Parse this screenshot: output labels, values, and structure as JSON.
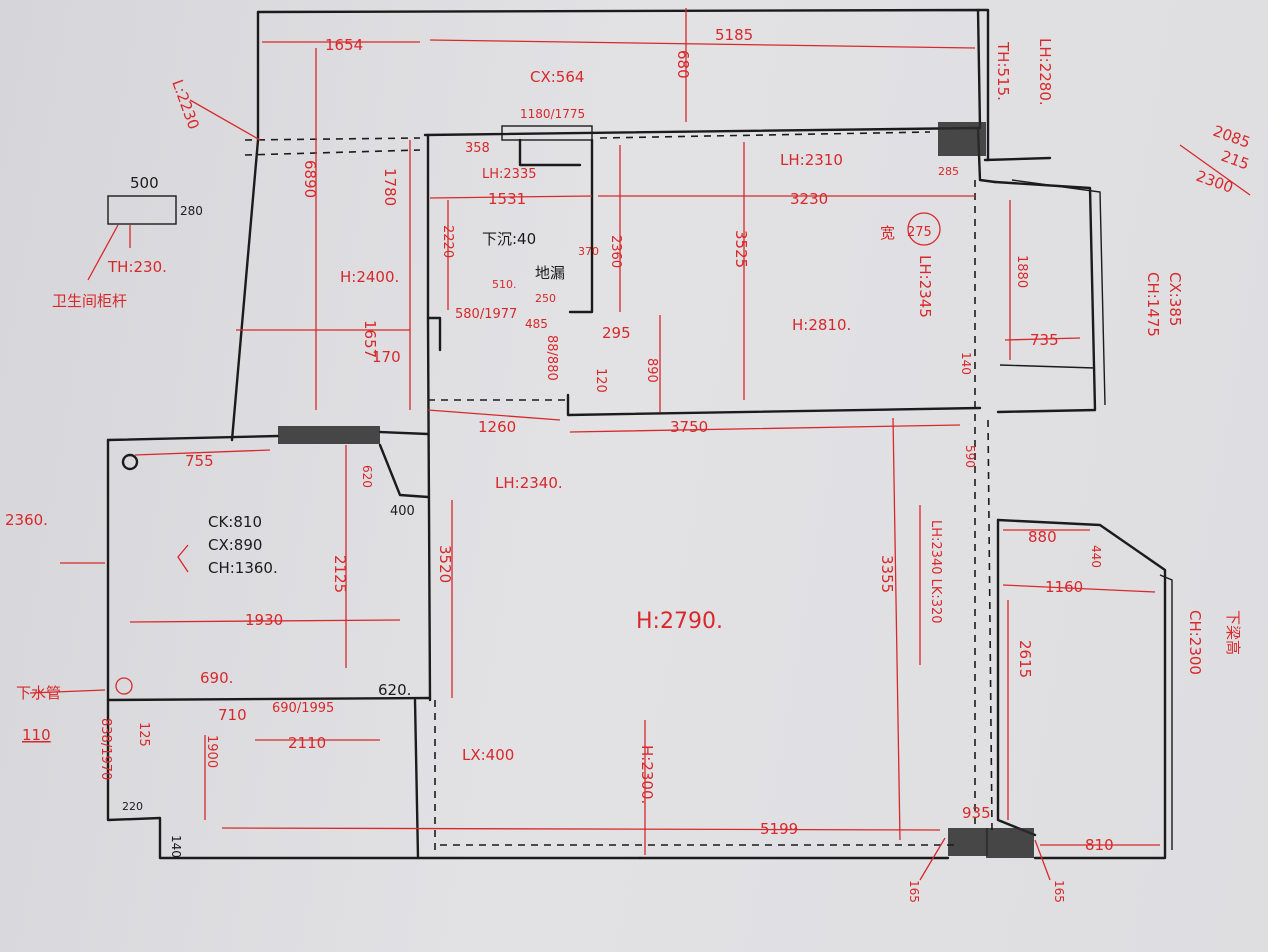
{
  "colors": {
    "ink": "#1b1b1b",
    "pen": "#d8282a",
    "paper": "#e0e0e3"
  },
  "labels": [
    {
      "id": "d1654",
      "text": "1654"
    },
    {
      "id": "d5185",
      "text": "5185"
    },
    {
      "id": "d680",
      "text": "680"
    },
    {
      "id": "cx564",
      "text": "CX:564"
    },
    {
      "id": "d1180",
      "text": "1180/1775"
    },
    {
      "id": "th515",
      "text": "TH:515."
    },
    {
      "id": "lh2280",
      "text": "LH:2280."
    },
    {
      "id": "l2230",
      "text": "L:2230"
    },
    {
      "id": "d500",
      "text": "500"
    },
    {
      "id": "d280",
      "text": "280"
    },
    {
      "id": "th230",
      "text": "TH:230."
    },
    {
      "id": "wc",
      "text": "卫生间柜杆"
    },
    {
      "id": "d6890",
      "text": "6890"
    },
    {
      "id": "d1780",
      "text": "1780"
    },
    {
      "id": "d358",
      "text": "358"
    },
    {
      "id": "lh2335",
      "text": "LH:2335"
    },
    {
      "id": "lh2310",
      "text": "LH:2310"
    },
    {
      "id": "d285",
      "text": "285"
    },
    {
      "id": "d1531",
      "text": "1531"
    },
    {
      "id": "d3230",
      "text": "3230"
    },
    {
      "id": "xia40",
      "text": "下沉:40"
    },
    {
      "id": "d2220",
      "text": "2220"
    },
    {
      "id": "d2360",
      "text": "2360"
    },
    {
      "id": "d3525",
      "text": "3525"
    },
    {
      "id": "kuan",
      "text": "宽"
    },
    {
      "id": "d275",
      "text": "275"
    },
    {
      "id": "h2400",
      "text": "H:2400."
    },
    {
      "id": "dilou",
      "text": "地漏"
    },
    {
      "id": "d370",
      "text": "370"
    },
    {
      "id": "d510",
      "text": "510."
    },
    {
      "id": "d250",
      "text": "250"
    },
    {
      "id": "lh2345",
      "text": "LH:2345"
    },
    {
      "id": "d1880",
      "text": "1880"
    },
    {
      "id": "cx385",
      "text": "CX:385"
    },
    {
      "id": "ch1475",
      "text": "CH:1475"
    },
    {
      "id": "d1657",
      "text": "1657"
    },
    {
      "id": "d170",
      "text": "170"
    },
    {
      "id": "d580",
      "text": "580/1977"
    },
    {
      "id": "d485",
      "text": "485"
    },
    {
      "id": "d295",
      "text": "295"
    },
    {
      "id": "h2810",
      "text": "H:2810."
    },
    {
      "id": "d735",
      "text": "735"
    },
    {
      "id": "d880a",
      "text": "88/880"
    },
    {
      "id": "d120",
      "text": "120"
    },
    {
      "id": "d890",
      "text": "890"
    },
    {
      "id": "d140",
      "text": "140"
    },
    {
      "id": "d1260",
      "text": "1260"
    },
    {
      "id": "d3750",
      "text": "3750"
    },
    {
      "id": "lh2340",
      "text": "LH:2340."
    },
    {
      "id": "d755",
      "text": "755"
    },
    {
      "id": "d620a",
      "text": "620"
    },
    {
      "id": "d400",
      "text": "400"
    },
    {
      "id": "d590",
      "text": "590"
    },
    {
      "id": "d2360b",
      "text": "2360."
    },
    {
      "id": "ck",
      "text": "CK:810"
    },
    {
      "id": "cx890",
      "text": "CX:890"
    },
    {
      "id": "ch1360",
      "text": "CH:1360."
    },
    {
      "id": "d2125",
      "text": "2125"
    },
    {
      "id": "d3520",
      "text": "3520"
    },
    {
      "id": "d1930",
      "text": "1930"
    },
    {
      "id": "h2790",
      "text": "H:2790."
    },
    {
      "id": "d3355",
      "text": "3355"
    },
    {
      "id": "lh2340b",
      "text": "LH:2340  LK:320"
    },
    {
      "id": "d880",
      "text": "880"
    },
    {
      "id": "d440",
      "text": "440"
    },
    {
      "id": "d1160",
      "text": "1160"
    },
    {
      "id": "d2615",
      "text": "2615"
    },
    {
      "id": "ch2300",
      "text": "CH:2300"
    },
    {
      "id": "gaoliang",
      "text": "下梁高"
    },
    {
      "id": "xiashui",
      "text": "下水管"
    },
    {
      "id": "d110",
      "text": "110"
    },
    {
      "id": "d690",
      "text": "690."
    },
    {
      "id": "d710",
      "text": "710"
    },
    {
      "id": "d690b",
      "text": "690/1995"
    },
    {
      "id": "d620b",
      "text": "620."
    },
    {
      "id": "d838",
      "text": "838/1970"
    },
    {
      "id": "d125",
      "text": "125"
    },
    {
      "id": "d1900",
      "text": "1900"
    },
    {
      "id": "d2110",
      "text": "2110"
    },
    {
      "id": "lx400",
      "text": "LX:400"
    },
    {
      "id": "h2300",
      "text": "H:2300."
    },
    {
      "id": "d5199",
      "text": "5199"
    },
    {
      "id": "d220",
      "text": "220"
    },
    {
      "id": "d140b",
      "text": "140"
    },
    {
      "id": "d935",
      "text": "935"
    },
    {
      "id": "d810",
      "text": "810"
    },
    {
      "id": "d165a",
      "text": "165"
    },
    {
      "id": "d165b",
      "text": "165"
    },
    {
      "id": "calc1",
      "text": "2085"
    },
    {
      "id": "calc2",
      "text": "215"
    },
    {
      "id": "calc3",
      "text": "2300"
    }
  ]
}
